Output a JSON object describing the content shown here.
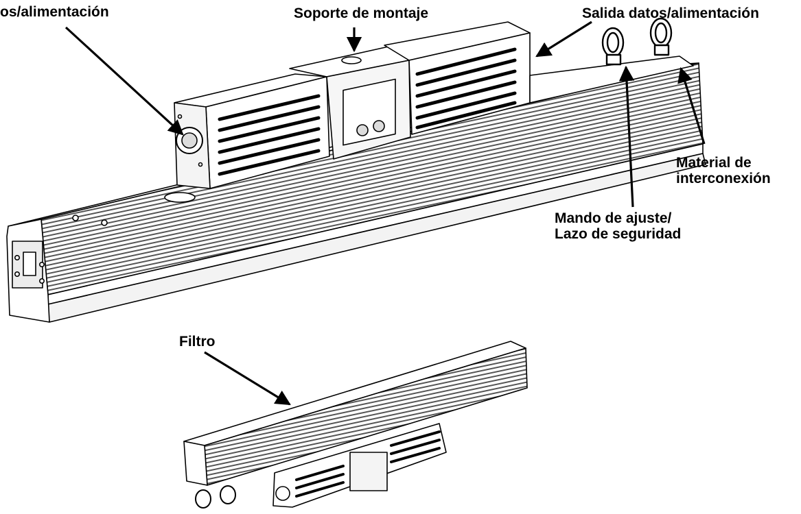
{
  "figure": {
    "labels": {
      "input_cut": "os/alimentación",
      "mounting_bracket": "Soporte de montaje",
      "output": "Salida datos/alimentación",
      "interconnect_line1": "Material de",
      "interconnect_line2": "interconexión",
      "knob_line1": "Mando de ajuste/",
      "knob_line2": "Lazo de seguridad",
      "filter": "Filtro"
    },
    "colors": {
      "ink": "#000000",
      "body_fill": "#ffffff",
      "shade": "#d9d9d9",
      "dark_shade": "#6e6e6e",
      "background": "#ffffff"
    }
  }
}
